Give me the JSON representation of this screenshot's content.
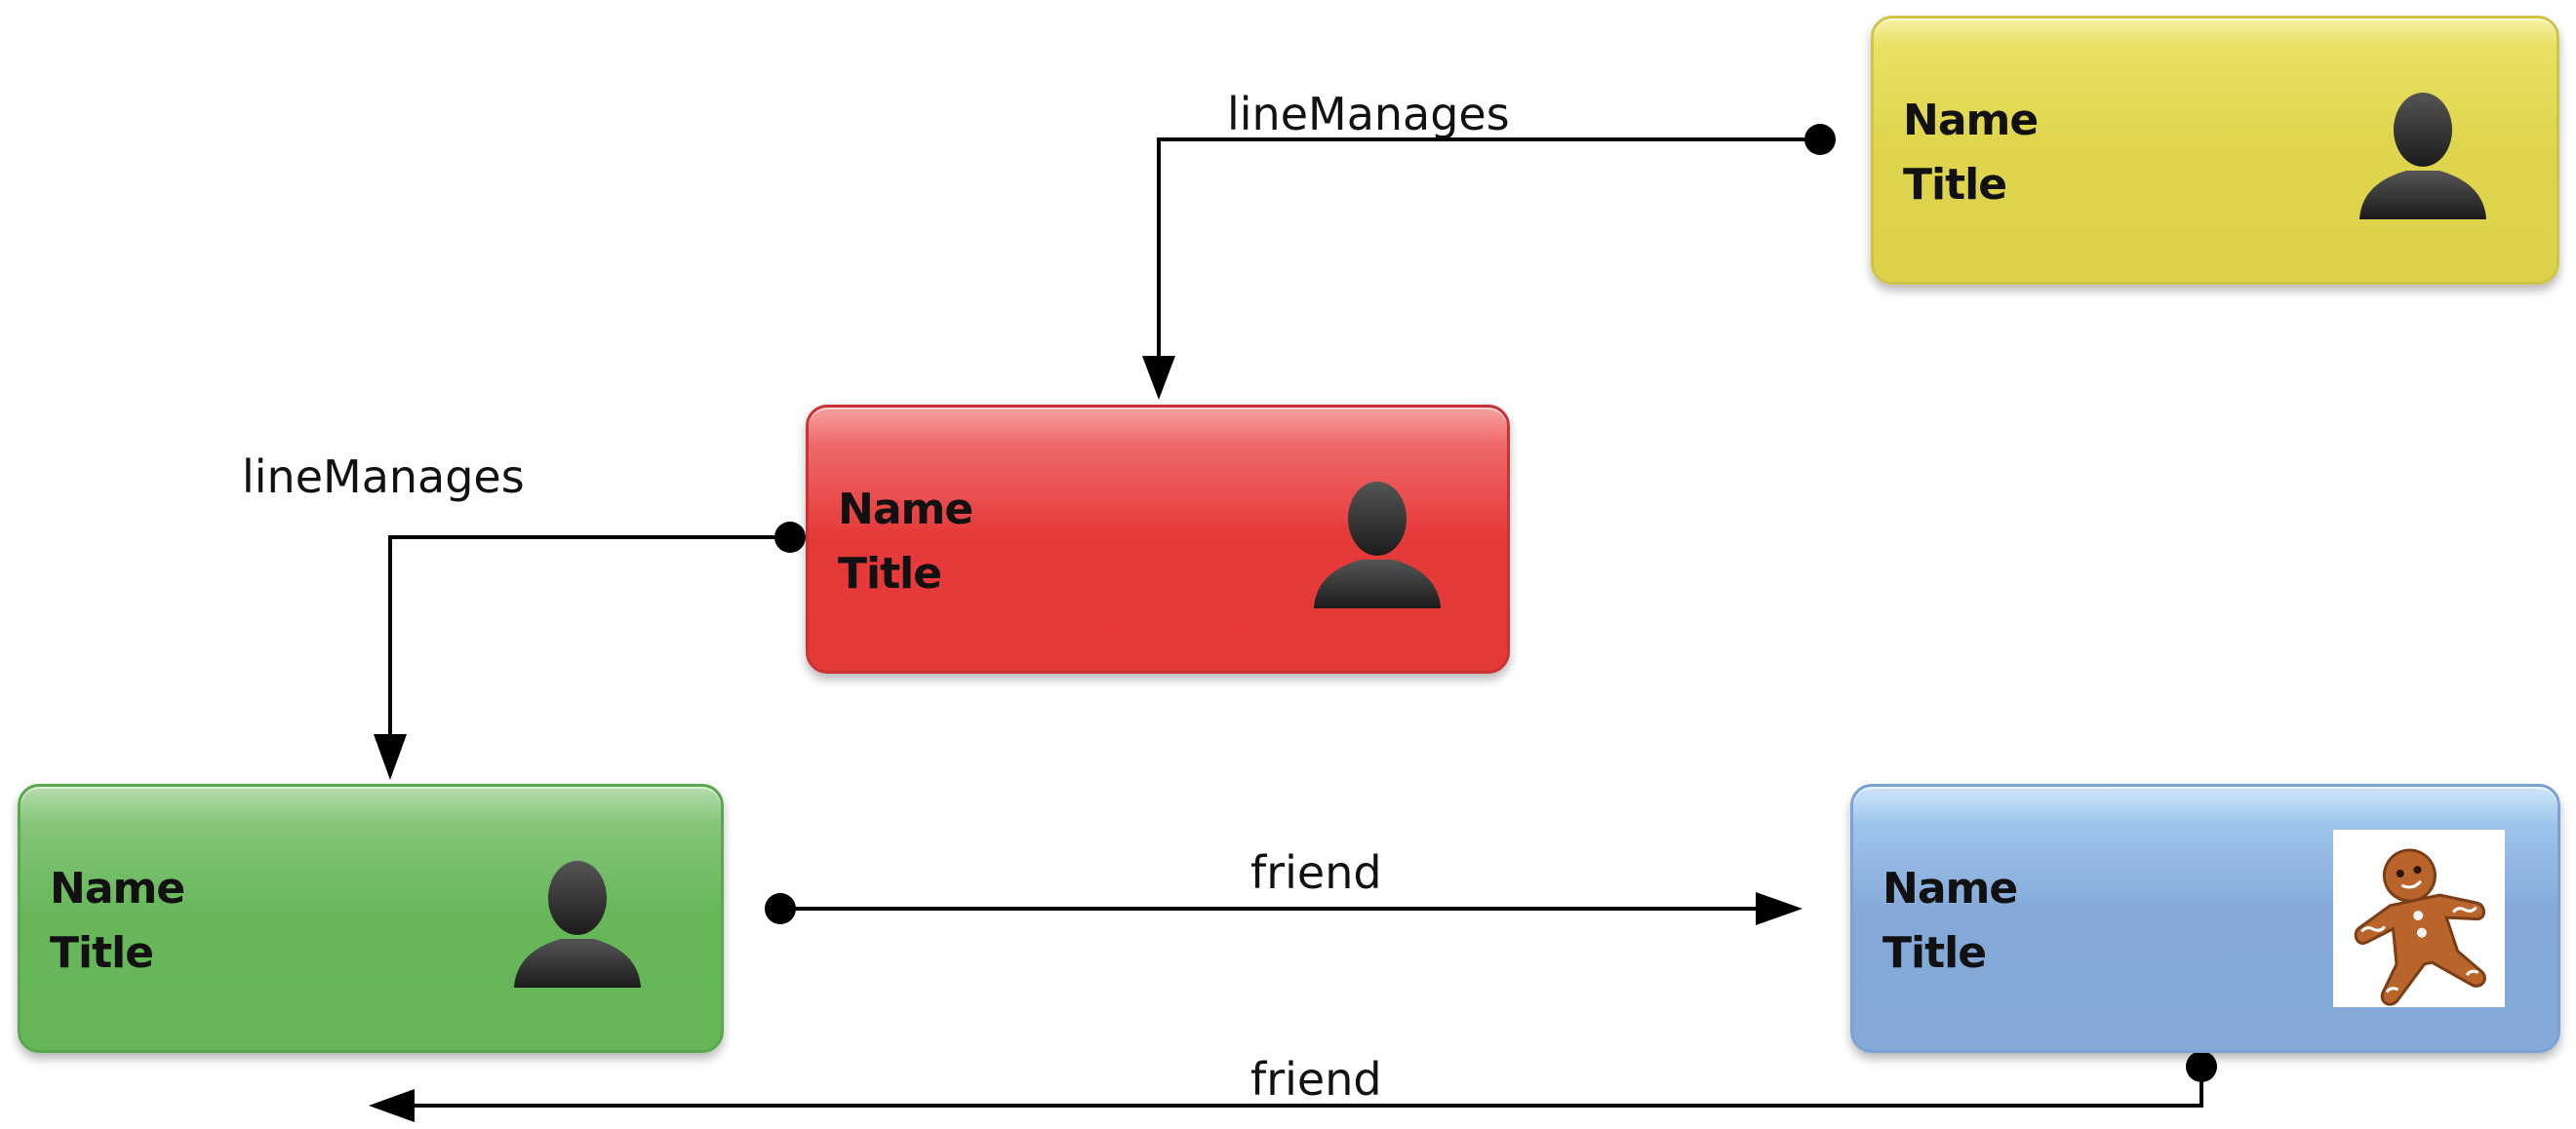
{
  "colors": {
    "yellow": "#e0d64e",
    "red": "#e63a3a",
    "green": "#67b75a",
    "blue": "#84a9d8",
    "edge": "#000000"
  },
  "nodes": {
    "yellow": {
      "name": "Name",
      "title": "Title",
      "icon": "person-silhouette-icon"
    },
    "red": {
      "name": "Name",
      "title": "Title",
      "icon": "person-silhouette-icon"
    },
    "green": {
      "name": "Name",
      "title": "Title",
      "icon": "person-silhouette-icon"
    },
    "blue": {
      "name": "Name",
      "title": "Title",
      "icon": "gingerbread-man-icon"
    }
  },
  "edges": {
    "yellow_to_red": {
      "label": "lineManages",
      "from": "yellow",
      "to": "red"
    },
    "red_to_green": {
      "label": "lineManages",
      "from": "red",
      "to": "green"
    },
    "green_to_blue": {
      "label": "friend",
      "from": "green",
      "to": "blue"
    },
    "blue_to_green": {
      "label": "friend",
      "from": "blue",
      "to": "green"
    }
  }
}
